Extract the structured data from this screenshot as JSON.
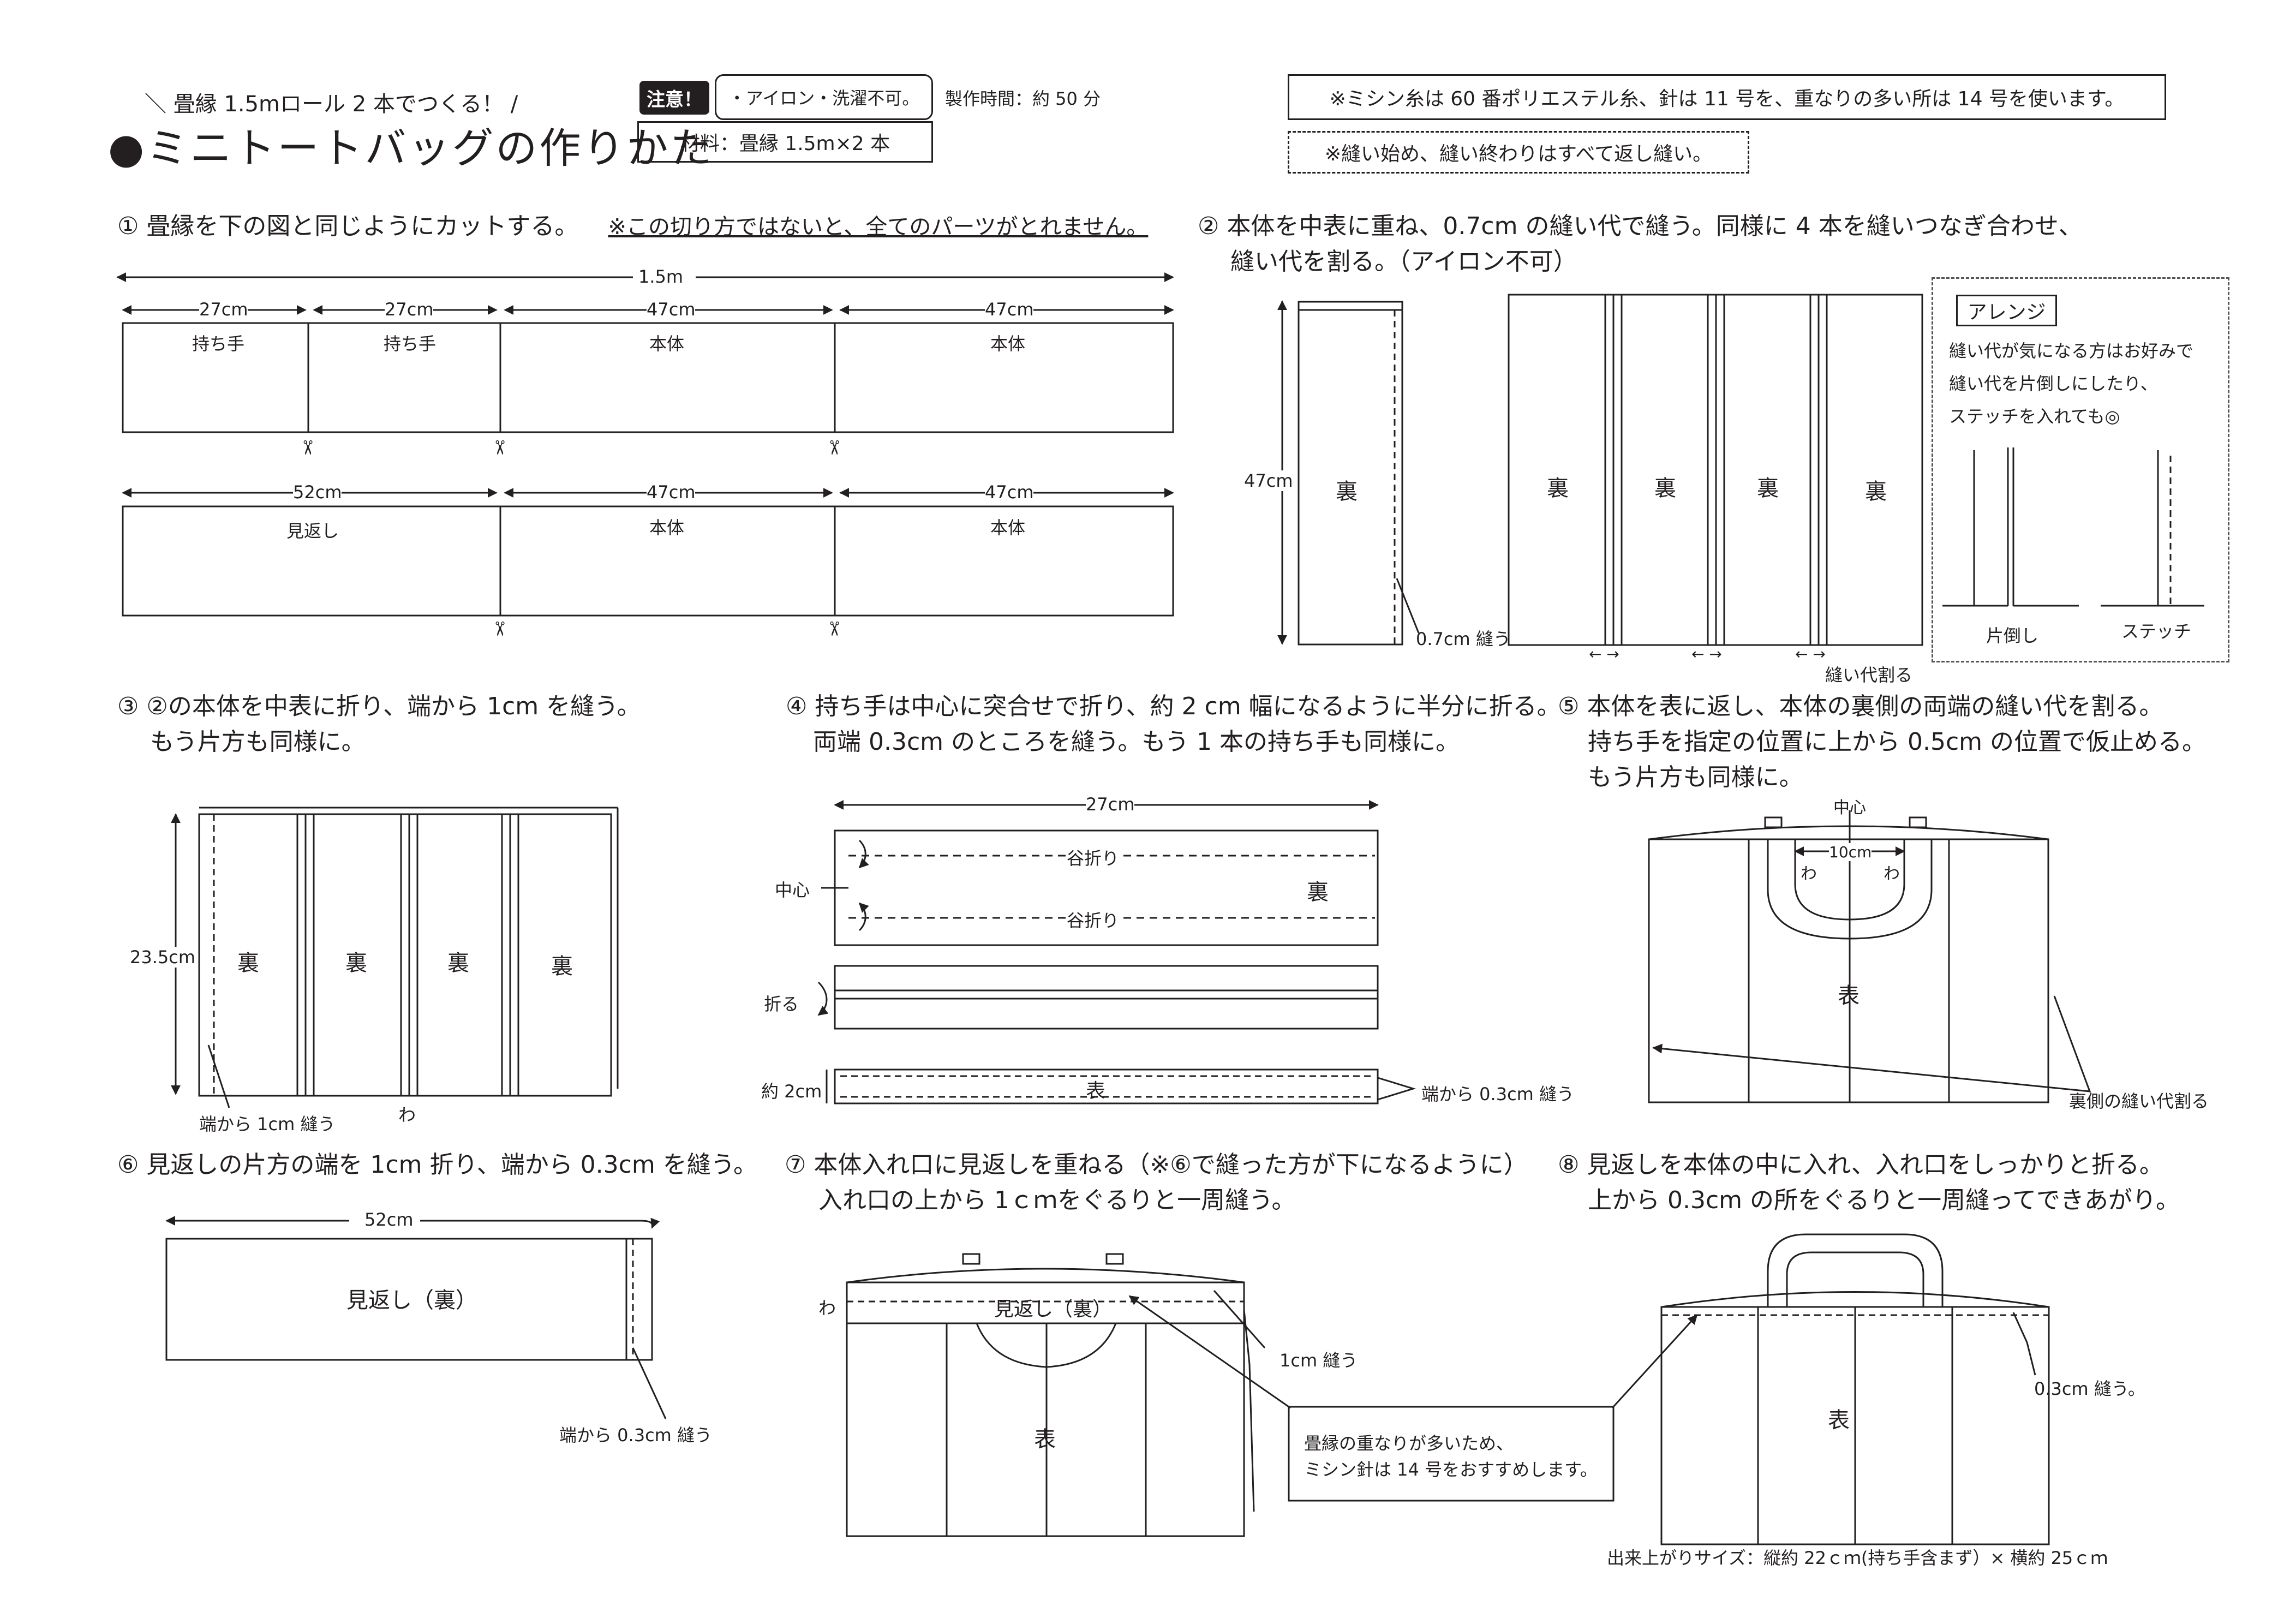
{
  "header": {
    "subtitle": "＼ 畳縁 1.5mロール 2 本でつくる！ /",
    "title": "●ミニトートバッグの作りかた",
    "warning_chip": "注意！",
    "warning_text": "・アイロン・洗濯不可。",
    "time": "製作時間：約 50 分",
    "materials": "材料：畳縁 1.5m×2 本",
    "note1": "※ミシン糸は 60 番ポリエステル糸、針は 11 号を、重なりの多い所は 14 号を使います。",
    "note2": "※縫い始め、縫い終わりはすべて返し縫い。"
  },
  "step1": {
    "text": "① 畳縁を下の図と同じようにカットする。",
    "note": "※この切り方ではないと、全てのパーツがとれません。",
    "total": "1.5m",
    "row1": [
      {
        "size": "27cm",
        "label": "持ち手"
      },
      {
        "size": "27cm",
        "label": "持ち手"
      },
      {
        "size": "47cm",
        "label": "本体"
      },
      {
        "size": "47cm",
        "label": "本体"
      }
    ],
    "row2": [
      {
        "size": "52cm",
        "label": "見返し"
      },
      {
        "size": "47cm",
        "label": "本体"
      },
      {
        "size": "47cm",
        "label": "本体"
      }
    ],
    "scissors": "✂"
  },
  "step2": {
    "line1": "② 本体を中表に重ね、0.7cm の縫い代で縫う。同様に 4 本を縫いつなぎ合わせ、",
    "line2": "縫い代を割る。（アイロン不可）",
    "height": "47cm",
    "back": "裏",
    "seam": "0.7cm 縫う",
    "open": "縫い代割る",
    "arrows": "← →"
  },
  "arrange": {
    "title": "アレンジ",
    "line1": "縫い代が気になる方はお好みで",
    "line2": "縫い代を片倒しにしたり、",
    "line3": "ステッチを入れても◎",
    "left_label": "片倒し",
    "right_label": "ステッチ"
  },
  "step3": {
    "line1": "③ ②の本体を中表に折り、端から 1cm を縫う。",
    "line2": "もう片方も同様に。",
    "height": "23.5cm",
    "back": "裏",
    "seam": "端から 1cm 縫う",
    "fold": "わ"
  },
  "step4": {
    "line1": "④ 持ち手は中心に突合せで折り、約 2 cm 幅になるように半分に折る。",
    "line2": "両端 0.3cm のところを縫う。もう 1 本の持ち手も同様に。",
    "width": "27cm",
    "valley": "谷折り",
    "center": "中心",
    "back": "裏",
    "fold": "折る",
    "approx": "約 2cm",
    "front": "表",
    "seam": "端から 0.3cm 縫う"
  },
  "step5": {
    "line1": "⑤ 本体を表に返し、本体の裏側の両端の縫い代を割る。",
    "line2": "持ち手を指定の位置に上から 0.5cm の位置で仮止める。",
    "line3": "もう片方も同様に。",
    "center": "中心",
    "width": "10cm",
    "wa": "わ",
    "front": "表",
    "open": "裏側の縫い代割る"
  },
  "step6": {
    "text": "⑥ 見返しの片方の端を 1cm 折り、端から 0.3cm を縫う。",
    "width": "52cm",
    "label": "見返し（裏）",
    "seam": "端から 0.3cm 縫う"
  },
  "step7": {
    "line1": "⑦  本体入れ口に見返しを重ねる（※⑥で縫った方が下になるように）",
    "line2": "入れ口の上から 1ｃｍをぐるりと一周縫う。",
    "wa": "わ",
    "facing": "見返し（裏）",
    "front": "表",
    "seam": "1cm 縫う",
    "callout1": "畳縁の重なりが多いため、",
    "callout2": "ミシン針は 14 号をおすすめします。"
  },
  "step8": {
    "line1": "⑧ 見返しを本体の中に入れ、入れ口をしっかりと折る。",
    "line2": "上から 0.3cm の所をぐるりと一周縫ってできあがり。",
    "front": "表",
    "seam": "0.3cm 縫う。",
    "size": "出来上がりサイズ：縦約 22ｃｍ(持ち手含まず）× 横約 25ｃｍ"
  }
}
